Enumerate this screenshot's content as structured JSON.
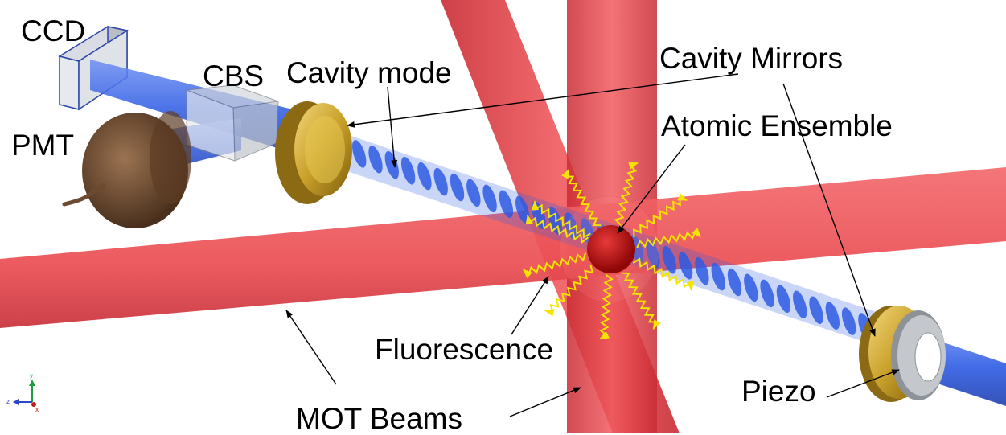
{
  "labels": {
    "ccd": "CCD",
    "cbs": "CBS",
    "pmt": "PMT",
    "cavity_mode": "Cavity mode",
    "cavity_mirrors": "Cavity Mirrors",
    "atomic_ensemble": "Atomic Ensemble",
    "fluorescence": "Fluorescence",
    "piezo": "Piezo",
    "mot_beams": "MOT Beams"
  },
  "axes_triad": {
    "y": "y",
    "z": "z",
    "x": "x"
  },
  "colors": {
    "mot_beam": "#e8474c",
    "cavity_beam": "#2d5be3",
    "mirror_gold": "#c9a02a",
    "piezo_gray": "#b9bec4",
    "atom_cloud": "#b51010",
    "fluorescence": "#f5e400",
    "pmt_brown": "#6b4a30"
  }
}
